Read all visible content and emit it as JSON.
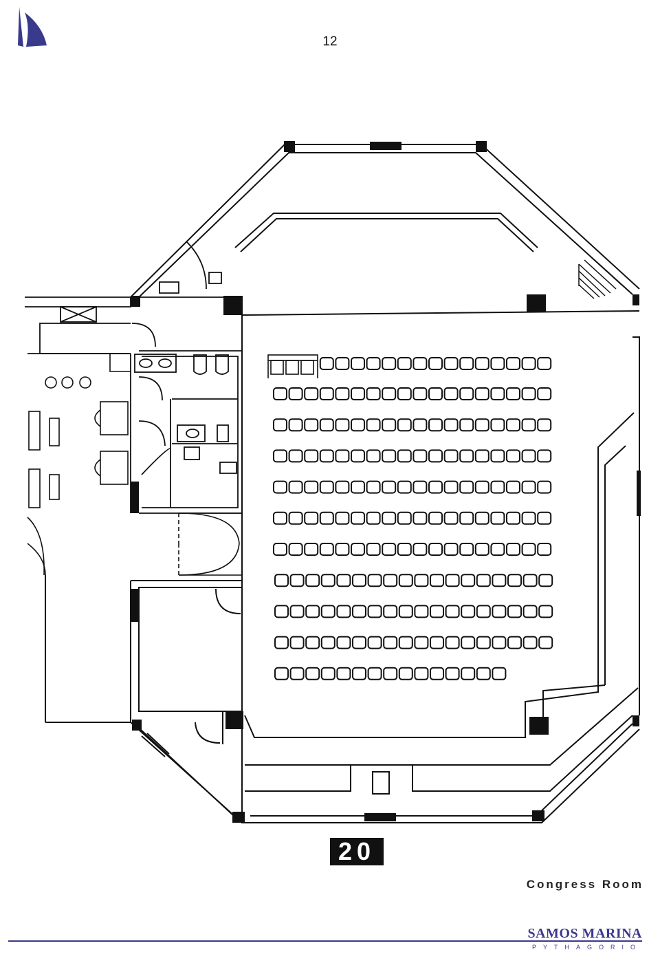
{
  "page": {
    "number": "12"
  },
  "floor_plan": {
    "capacity": "20",
    "caption": "Congress Room",
    "seat_rows": [
      18,
      18,
      18,
      18,
      18,
      18,
      18,
      18,
      18,
      18,
      15
    ],
    "head_table_reserved_seats": 3
  },
  "branding": {
    "name": "SAMOS MARINA",
    "location": "PYTHAGORIO",
    "accent_color": "#3a3a8c"
  }
}
